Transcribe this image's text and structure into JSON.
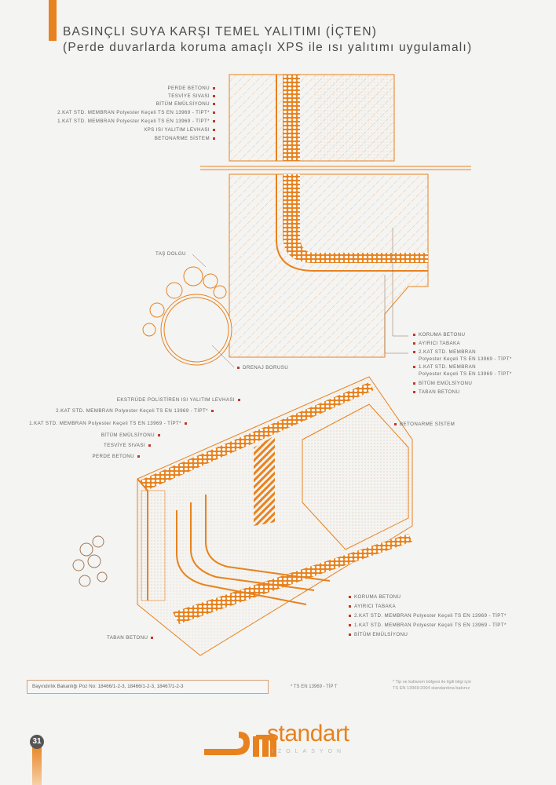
{
  "header": {
    "title": "BASINÇLI SUYA KARŞI TEMEL YALITIMI (İÇTEN)",
    "subtitle": "(Perde duvarlarda koruma amaçlı XPS ile ısı yalıtımı uygulamalı)"
  },
  "section_labels": [
    "PERDE BETONU",
    "TESVİYE SIVASI",
    "BİTÜM EMÜLSİYONU",
    "2.KAT STD. MEMBRAN Polyester Keçeli TS EN 13969 - TİPT*",
    "1.KAT STD. MEMBRAN Polyester Keçeli TS EN 13969 - TİPT*",
    "XPS ISI YALITIM LEVHASI",
    "BETONARME SİSTEM"
  ],
  "tas_dolgu": "TAŞ DOLGU",
  "drenaj": "DRENAJ BORUSU",
  "floor_labels": [
    "KORUMA BETONU",
    "AYIRICI TABAKA",
    "2.KAT STD. MEMBRAN",
    "Polyester Keçeli TS EN 13969 - TİPT*",
    "1.KAT STD. MEMBRAN",
    "Polyester Keçeli TS EN 13969 - TİPT*",
    "BİTÜM EMÜLSİYONU",
    "TABAN BETONU"
  ],
  "iso_labels": [
    "EKSTRÜDE POLİSTİREN ISI YALITIM LEVHASI",
    "2.KAT STD. MEMBRAN Polyester Keçeli TS EN 13969 - TİPT*",
    "1.KAT STD. MEMBRAN Polyester Keçeli TS EN 13969 - TİPT*",
    "BİTÜM EMÜLSİYONU",
    "TESVİYE SIVASI",
    "PERDE BETONU"
  ],
  "betonarme": "BETONARME SİSTEM",
  "iso_floor_labels": [
    "KORUMA BETONU",
    "AYIRICI TABAKA",
    "2.KAT STD. MEMBRAN Polyester Keçeli TS EN 13969 - TİPT*",
    "1.KAT STD. MEMBRAN Polyester Keçeli TS EN 13969 - TİPT*",
    "BİTÜM EMÜLSİYONU"
  ],
  "taban": "TABAN BETONU",
  "footer": {
    "reference": "Bayındırlık Bakanlığı Poz No: 18466/1-2-3, 18466/1-2-3, 18467/1-2-3",
    "standard": "* TS EN 13969 - TİP T",
    "note_1": "* Tip ve kullanım bölgesi ile ilgili bilgi için",
    "note_2": "TS EN 13969:2004 standardına bakınız",
    "page": "31",
    "brand": "standart",
    "brand_sub": "İZOLASYON"
  },
  "colors": {
    "accent": "#e8821e",
    "text": "#4a4a4a"
  }
}
